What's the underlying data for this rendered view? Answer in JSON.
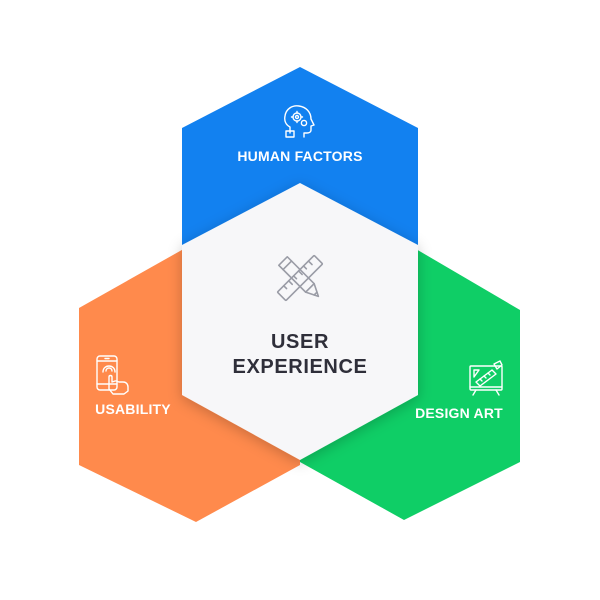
{
  "diagram": {
    "center": {
      "line1": "USER",
      "line2": "EXPERIENCE",
      "icon": "pencil-ruler-icon",
      "fill": "#f7f7f9",
      "text_color": "#2f2f3a",
      "icon_color": "#9a9ca6"
    },
    "top": {
      "label": "HUMAN FACTORS",
      "icon": "human-head-gears-icon",
      "fill": "#1281f0",
      "text_color": "#ffffff"
    },
    "left": {
      "label": "USABILITY",
      "icon": "smartphone-touch-icon",
      "fill": "#ff8a4c",
      "text_color": "#ffffff"
    },
    "right": {
      "label": "DESIGN ART",
      "icon": "drawing-board-icon",
      "fill": "#0fce66",
      "text_color": "#ffffff"
    }
  }
}
